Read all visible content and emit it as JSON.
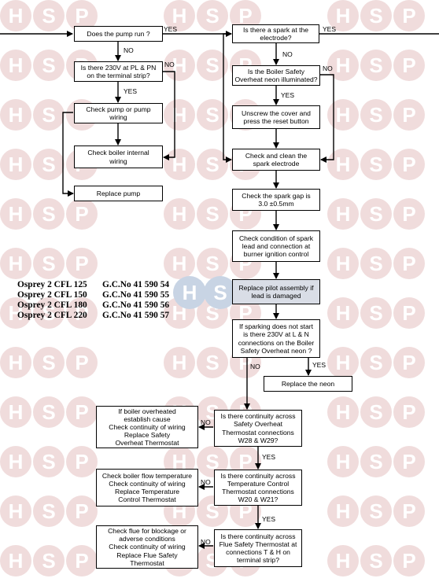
{
  "watermark": {
    "letters": [
      "H",
      "S",
      "P"
    ],
    "color": "#f0dcdc",
    "center_color": "#c8d4e4"
  },
  "left_column": {
    "pump_run": "Does the pump run ?",
    "voltage_pl_pn": "Is there 230V at PL & PN\non the terminal strip?",
    "check_pump": "Check pump or pump\nwiring",
    "check_internal_wiring": "Check boiler internal\nwiring",
    "replace_pump": "Replace pump"
  },
  "right_column": {
    "spark_at_electrode": "Is there a spark at the\nelectrode?",
    "neon_illuminated": "Is the Boiler Safety\nOverheat neon illuminated?",
    "unscrew_cover": "Unscrew the cover and\npress the reset button",
    "check_clean_electrode": "Check and clean the\nspark electrode",
    "check_spark_gap": "Check the spark gap is\n3.0 ±0.5mm",
    "check_spark_lead": "Check condition of spark\nlead and connection at\nburner ignition control",
    "replace_pilot": "Replace pilot assembly if\nlead is damaged",
    "sparking_not_start": "If sparking does not start\nis there 230V at L & N\nconnections on the Boiler\nSafety Overheat neon ?",
    "replace_neon": "Replace the neon"
  },
  "bottom_section": {
    "continuity_overheat": "Is there continuity across\nSafety Overheat\nThermostat connections\nW28 & W29?",
    "boiler_overheated": "If boiler overheated\nestablish cause\nCheck continuity of wiring\nReplace Safety\nOverheat Thermostat",
    "continuity_temp": "Is there continuity across\nTemperature Control\nThermostat connections\nW20 & W21?",
    "check_flow_temp": "Check boiler flow temperature\nCheck continuity of wiring\nReplace Temperature\nControl Thermostat",
    "continuity_flue": "Is there continuity across\nFlue Safety Thermostat at\nconnections T & H on\nterminal strip?",
    "check_flue_blockage": "Check flue for blockage or\nadverse conditions\nCheck continuity of wiring\nReplace Flue Safety\nThermostat"
  },
  "labels": {
    "yes_pump": "YES",
    "no_pump": "NO",
    "no_voltage": "NO",
    "yes_voltage": "YES",
    "yes_spark": "YES",
    "no_spark": "NO",
    "no_neon": "NO",
    "yes_neon": "YES",
    "no_sparking": "NO",
    "yes_sparking": "YES",
    "no_overheat": "NO",
    "yes_overheat": "YES",
    "no_temp": "NO",
    "yes_temp": "YES",
    "no_flue": "NO"
  },
  "models": [
    {
      "name": "Osprey 2 CFL 125",
      "gc": "G.C.No 41 590 54"
    },
    {
      "name": "Osprey 2 CFL 150",
      "gc": "G.C.No 41 590 55"
    },
    {
      "name": "Osprey 2 CFL 180",
      "gc": "G.C.No 41 590 56"
    },
    {
      "name": "Osprey 2 CFL 220",
      "gc": "G.C.No 41 590 57"
    }
  ]
}
